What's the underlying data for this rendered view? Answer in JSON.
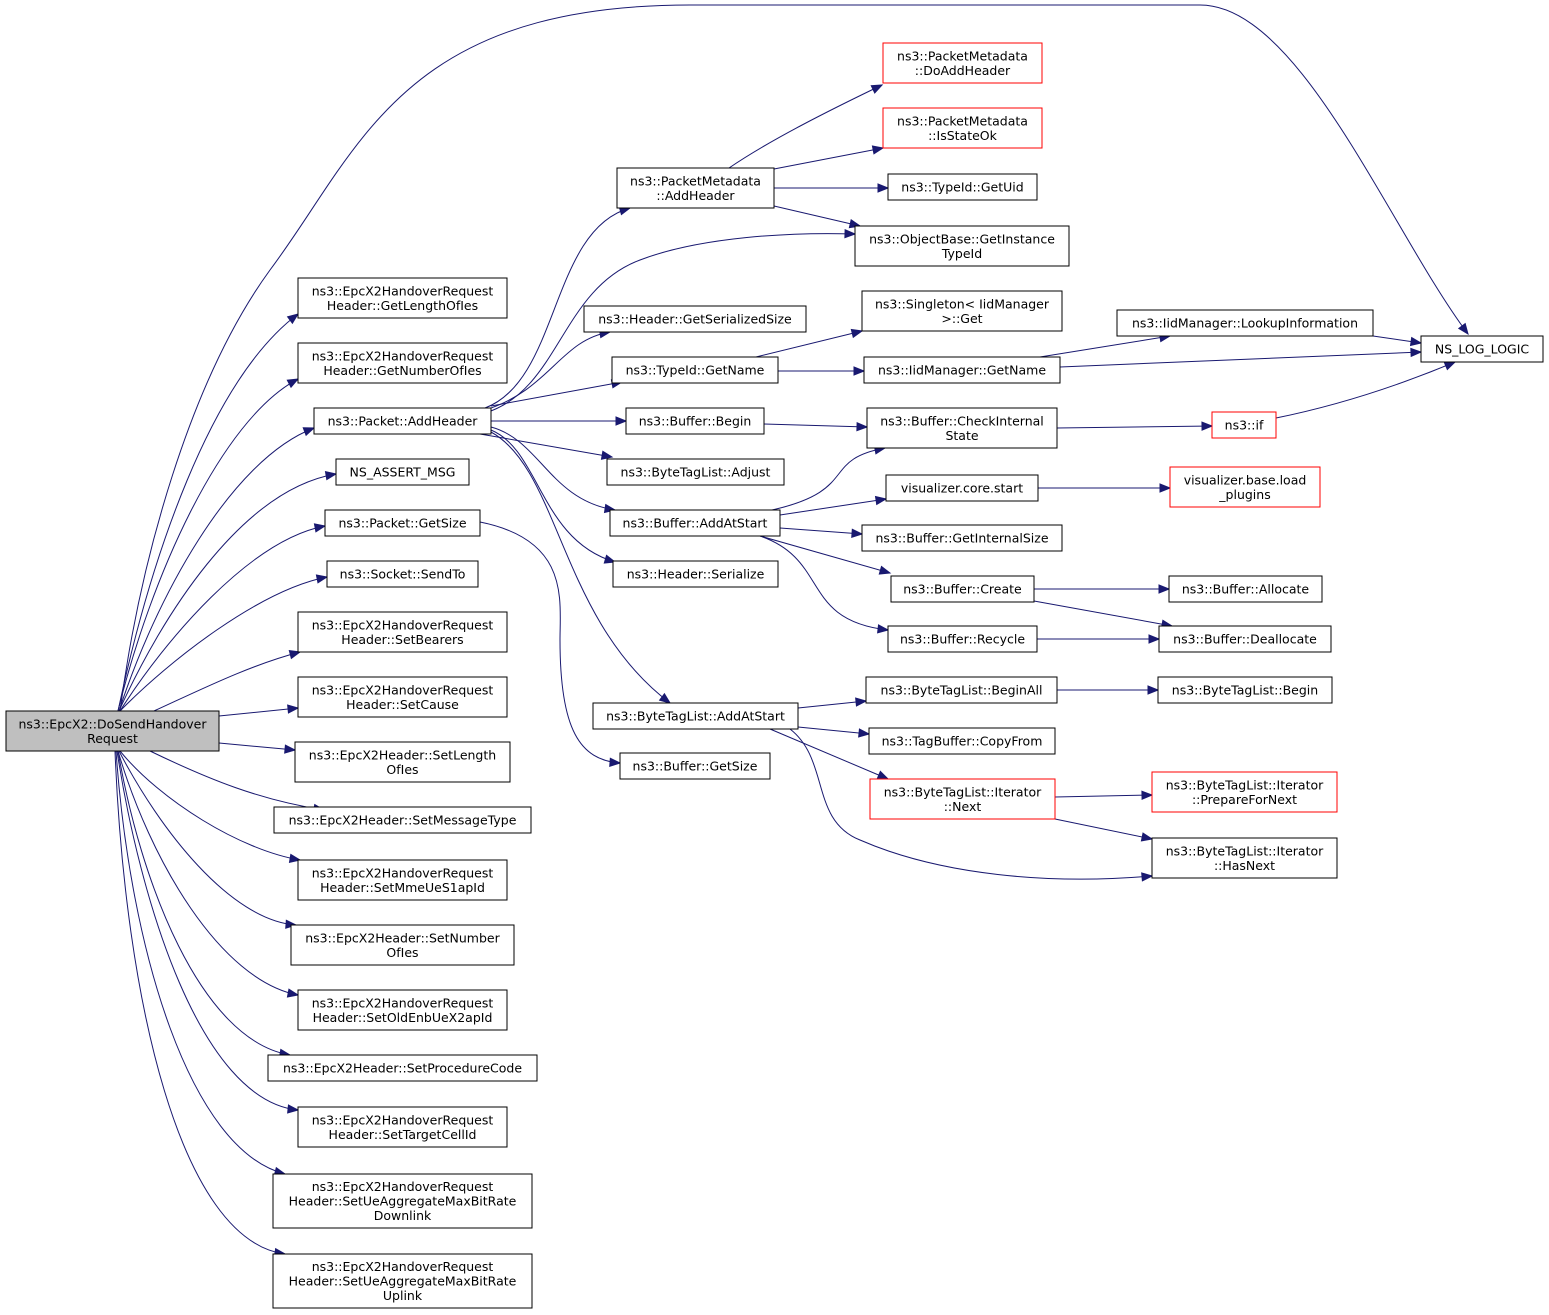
{
  "colors": {
    "edge": "#191970",
    "border": "#000000",
    "red_border": "#ff0000",
    "root_fill": "#bfbfbf"
  },
  "nodes": [
    {
      "id": "n0",
      "lines": [
        "ns3::EpcX2::DoSendHandover",
        "Request"
      ]
    },
    {
      "id": "n1",
      "lines": [
        "NS_LOG_LOGIC"
      ]
    },
    {
      "id": "n2",
      "lines": [
        "ns3::EpcX2HandoverRequest",
        "Header::GetLengthOfIes"
      ]
    },
    {
      "id": "n3",
      "lines": [
        "ns3::EpcX2HandoverRequest",
        "Header::GetNumberOfIes"
      ]
    },
    {
      "id": "n4",
      "lines": [
        "ns3::Packet::AddHeader"
      ]
    },
    {
      "id": "n5",
      "lines": [
        "NS_ASSERT_MSG"
      ]
    },
    {
      "id": "n6",
      "lines": [
        "ns3::Packet::GetSize"
      ]
    },
    {
      "id": "n7",
      "lines": [
        "ns3::Socket::SendTo"
      ]
    },
    {
      "id": "n8",
      "lines": [
        "ns3::EpcX2HandoverRequest",
        "Header::SetBearers"
      ]
    },
    {
      "id": "n9",
      "lines": [
        "ns3::EpcX2HandoverRequest",
        "Header::SetCause"
      ]
    },
    {
      "id": "n10",
      "lines": [
        "ns3::EpcX2Header::SetLength",
        "OfIes"
      ]
    },
    {
      "id": "n11",
      "lines": [
        "ns3::EpcX2Header::SetMessageType"
      ]
    },
    {
      "id": "n12",
      "lines": [
        "ns3::EpcX2HandoverRequest",
        "Header::SetMmeUeS1apId"
      ]
    },
    {
      "id": "n13",
      "lines": [
        "ns3::EpcX2Header::SetNumber",
        "OfIes"
      ]
    },
    {
      "id": "n14",
      "lines": [
        "ns3::EpcX2HandoverRequest",
        "Header::SetOldEnbUeX2apId"
      ]
    },
    {
      "id": "n15",
      "lines": [
        "ns3::EpcX2Header::SetProcedureCode"
      ]
    },
    {
      "id": "n16",
      "lines": [
        "ns3::EpcX2HandoverRequest",
        "Header::SetTargetCellId"
      ]
    },
    {
      "id": "n17",
      "lines": [
        "ns3::EpcX2HandoverRequest",
        "Header::SetUeAggregateMaxBitRate",
        "Downlink"
      ]
    },
    {
      "id": "n18",
      "lines": [
        "ns3::EpcX2HandoverRequest",
        "Header::SetUeAggregateMaxBitRate",
        "Uplink"
      ]
    },
    {
      "id": "n19",
      "lines": [
        "ns3::PacketMetadata",
        "::AddHeader"
      ]
    },
    {
      "id": "n20",
      "lines": [
        "ns3::ObjectBase::GetInstance",
        "TypeId"
      ]
    },
    {
      "id": "n21",
      "lines": [
        "ns3::Header::GetSerializedSize"
      ]
    },
    {
      "id": "n22",
      "lines": [
        "ns3::TypeId::GetName"
      ]
    },
    {
      "id": "n23",
      "lines": [
        "ns3::Buffer::Begin"
      ]
    },
    {
      "id": "n24",
      "lines": [
        "ns3::ByteTagList::Adjust"
      ]
    },
    {
      "id": "n25",
      "lines": [
        "ns3::Buffer::AddAtStart"
      ]
    },
    {
      "id": "n26",
      "lines": [
        "ns3::Header::Serialize"
      ]
    },
    {
      "id": "n27",
      "lines": [
        "ns3::ByteTagList::AddAtStart"
      ]
    },
    {
      "id": "n28",
      "lines": [
        "ns3::Buffer::GetSize"
      ]
    },
    {
      "id": "n29",
      "lines": [
        "ns3::PacketMetadata",
        "::DoAddHeader"
      ]
    },
    {
      "id": "n30",
      "lines": [
        "ns3::PacketMetadata",
        "::IsStateOk"
      ]
    },
    {
      "id": "n31",
      "lines": [
        "ns3::TypeId::GetUid"
      ]
    },
    {
      "id": "n32",
      "lines": [
        "ns3::Singleton< IidManager",
        ">::Get"
      ]
    },
    {
      "id": "n33",
      "lines": [
        "ns3::IidManager::GetName"
      ]
    },
    {
      "id": "n34",
      "lines": [
        "ns3::IidManager::LookupInformation"
      ]
    },
    {
      "id": "n35",
      "lines": [
        "ns3::Buffer::CheckInternal",
        "State"
      ]
    },
    {
      "id": "n36",
      "lines": [
        "ns3::if"
      ]
    },
    {
      "id": "n37",
      "lines": [
        "visualizer.core.start"
      ]
    },
    {
      "id": "n38",
      "lines": [
        "visualizer.base.load",
        "_plugins"
      ]
    },
    {
      "id": "n39",
      "lines": [
        "ns3::Buffer::GetInternalSize"
      ]
    },
    {
      "id": "n40",
      "lines": [
        "ns3::Buffer::Create"
      ]
    },
    {
      "id": "n41",
      "lines": [
        "ns3::Buffer::Allocate"
      ]
    },
    {
      "id": "n42",
      "lines": [
        "ns3::Buffer::Recycle"
      ]
    },
    {
      "id": "n43",
      "lines": [
        "ns3::Buffer::Deallocate"
      ]
    },
    {
      "id": "n44",
      "lines": [
        "ns3::ByteTagList::BeginAll"
      ]
    },
    {
      "id": "n45",
      "lines": [
        "ns3::ByteTagList::Begin"
      ]
    },
    {
      "id": "n46",
      "lines": [
        "ns3::TagBuffer::CopyFrom"
      ]
    },
    {
      "id": "n47",
      "lines": [
        "ns3::ByteTagList::Iterator",
        "::Next"
      ]
    },
    {
      "id": "n48",
      "lines": [
        "ns3::ByteTagList::Iterator",
        "::PrepareForNext"
      ]
    },
    {
      "id": "n49",
      "lines": [
        "ns3::ByteTagList::Iterator",
        "::HasNext"
      ]
    }
  ]
}
